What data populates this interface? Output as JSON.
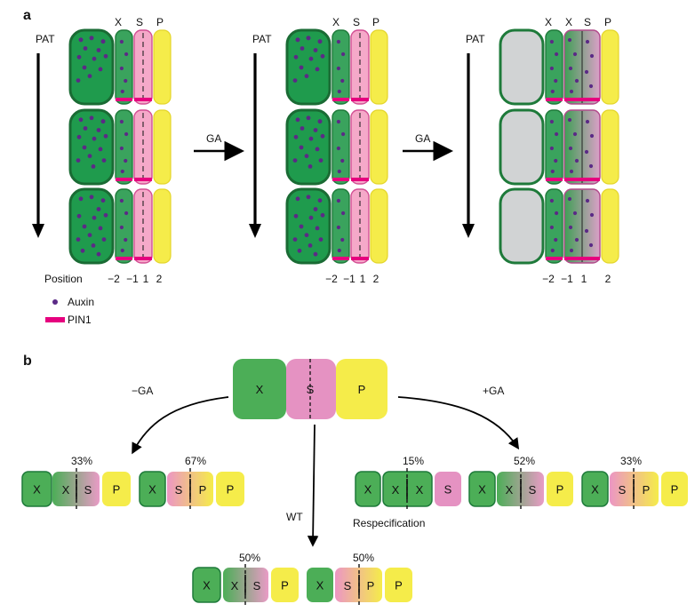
{
  "panels": {
    "a": {
      "letter": "a",
      "pat_label": "PAT",
      "column_letters": [
        [
          "X",
          "S",
          "P"
        ],
        [
          "X",
          "S",
          "P"
        ],
        [
          "X",
          "X",
          "S",
          "P"
        ]
      ],
      "ga_label": "GA",
      "position_label": "Position",
      "positions": [
        [
          "−2",
          "−1",
          "1",
          "2"
        ],
        [
          "−2",
          "−1",
          "1",
          "2"
        ],
        [
          "−2",
          "−1",
          "1",
          "2"
        ]
      ],
      "legend": {
        "auxin": "Auxin",
        "pin1": "PIN1"
      }
    },
    "b": {
      "letter": "b",
      "top": [
        "X",
        "S",
        "P"
      ],
      "minus_ga": "−GA",
      "plus_ga": "+GA",
      "wt": "WT",
      "respec": "Respecification",
      "pct": {
        "l1": "33%",
        "l2": "67%",
        "r1": "15%",
        "r2": "52%",
        "r3": "33%",
        "w1": "50%",
        "w2": "50%"
      },
      "cell": {
        "x": "X",
        "s": "S",
        "p": "P"
      }
    }
  },
  "colors": {
    "xylem": "#4cae57",
    "xylem_dark": "#1e7a3a",
    "sieve": "#f2a0c8",
    "sieve_b": "#e592c2",
    "parenchyma": "#f5ec4a",
    "pin1": "#e6007e",
    "auxin": "#5b2a86",
    "grey": "#d1d3d4"
  }
}
